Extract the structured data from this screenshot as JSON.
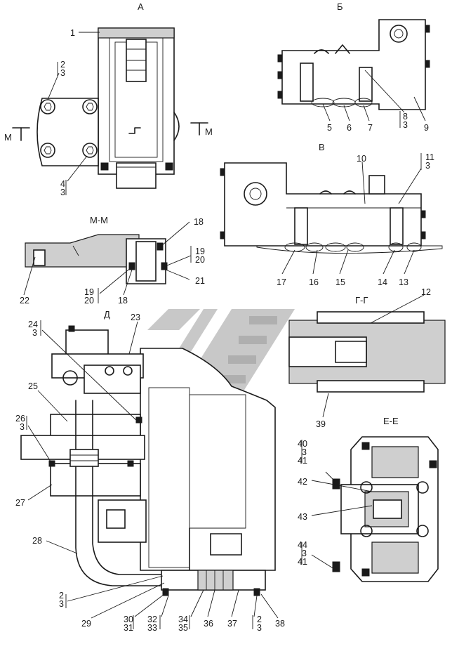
{
  "views": {
    "a": "А",
    "b": "Б",
    "v": "В",
    "mm": "М-М",
    "d": "Д",
    "gg": "Г-Г",
    "ee": "Е-Е"
  },
  "section_arrow": "М",
  "callouts": {
    "c1": "1",
    "c2a": "2",
    "c3a": "3",
    "c4": "4",
    "c3b": "3",
    "c5": "5",
    "c6": "6",
    "c7": "7",
    "c8": "8",
    "c3c": "3",
    "c9": "9",
    "c10": "10",
    "c11": "11",
    "c3d": "3",
    "c12": "12",
    "c13": "13",
    "c14": "14",
    "c15": "15",
    "c16": "16",
    "c17": "17",
    "c18a": "18",
    "c19a": "19",
    "c20a": "20",
    "c21": "21",
    "c22": "22",
    "c19b": "19",
    "c20b": "20",
    "c18b": "18",
    "c23": "23",
    "c24": "24",
    "c3e": "3",
    "c25": "25",
    "c26": "26",
    "c3f": "3",
    "c27": "27",
    "c28": "28",
    "c2g": "2",
    "c3g": "3",
    "c29": "29",
    "c30": "30",
    "c31": "31",
    "c32": "32",
    "c33": "33",
    "c34": "34",
    "c35": "35",
    "c36": "36",
    "c37": "37",
    "c2h": "2",
    "c3h": "3",
    "c38": "38",
    "c39": "39",
    "c40": "40",
    "c3i": "3",
    "c41a": "41",
    "c42": "42",
    "c43": "43",
    "c44": "44",
    "c3j": "3",
    "c41b": "41"
  }
}
